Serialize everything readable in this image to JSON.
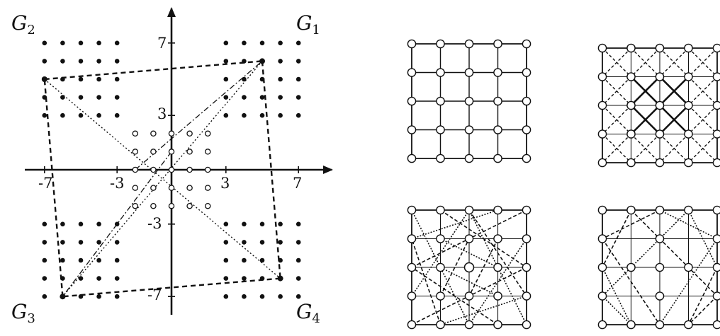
{
  "left_figure": {
    "x_ticks": [
      "-7",
      "-3",
      "3",
      "7"
    ],
    "y_ticks": [
      "7",
      "3",
      "-3",
      "-7"
    ],
    "x_tick_values": [
      -7,
      -3,
      3,
      7
    ],
    "y_tick_values": [
      7,
      3,
      -3,
      -7
    ],
    "groups": [
      {
        "letter": "G",
        "sub": "1",
        "quadrant": "top-right"
      },
      {
        "letter": "G",
        "sub": "2",
        "quadrant": "top-left"
      },
      {
        "letter": "G",
        "sub": "3",
        "quadrant": "bottom-left"
      },
      {
        "letter": "G",
        "sub": "4",
        "quadrant": "bottom-right"
      }
    ],
    "filled_points_description": "5x5 grids of filled dots in each quadrant spanning 3..7 (and mirrored)",
    "open_points_range": [
      -2,
      2
    ],
    "dashed_quadrilateral": [
      [
        -7,
        5
      ],
      [
        5,
        6
      ],
      [
        6,
        -6
      ],
      [
        -6,
        -7
      ]
    ],
    "dotted_lines": [
      [
        [
          -7,
          5
        ],
        [
          6,
          -6
        ]
      ],
      [
        [
          5,
          6
        ],
        [
          -6,
          -7
        ]
      ]
    ],
    "dashdot_lines": [
      [
        [
          -2,
          0
        ],
        [
          5,
          6
        ]
      ],
      [
        [
          0,
          1
        ],
        [
          -6,
          -7
        ]
      ]
    ]
  },
  "right_panels": {
    "grid_size": 5,
    "panels": [
      {
        "position": "top-left",
        "style": "plain-grid",
        "center_nodes": true
      },
      {
        "position": "top-right",
        "style": "diagonal-dashed",
        "center_nodes": true
      },
      {
        "position": "bottom-left",
        "style": "rotated-dashed",
        "center_nodes": true
      },
      {
        "position": "bottom-right",
        "style": "ring-dotted",
        "center_nodes": false
      }
    ]
  },
  "colors": {
    "ink": "#111111",
    "background": "#ffffff"
  }
}
